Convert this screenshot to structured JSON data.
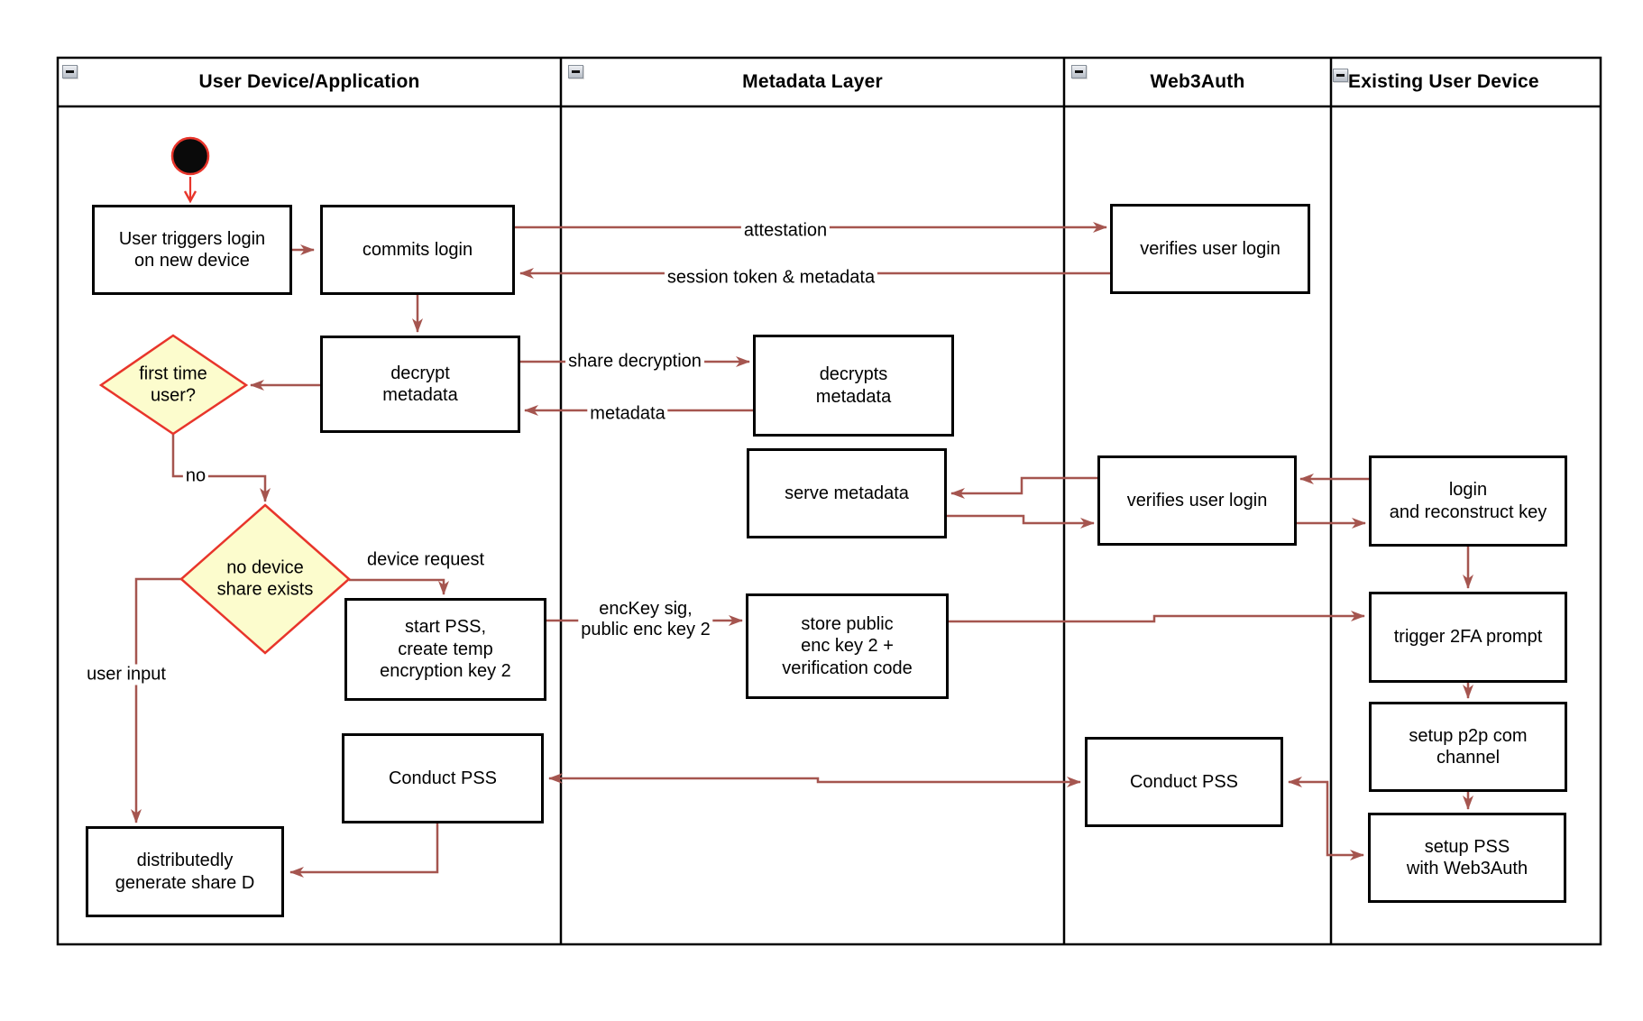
{
  "diagram_type": "swimlane-flowchart",
  "lanes": [
    {
      "title": "User Device/Application"
    },
    {
      "title": "Metadata Layer"
    },
    {
      "title": "Web3Auth"
    },
    {
      "title": "Existing User Device"
    }
  ],
  "nodes": {
    "user_triggers": "User triggers login\non new device",
    "commits_login": "commits login",
    "decrypt_metadata": "decrypt\nmetadata",
    "decrypts_metadata": "decrypts\nmetadata",
    "serve_metadata": "serve metadata",
    "verifies_user_login_1": "verifies user login",
    "verifies_user_login_2": "verifies user login",
    "login_reconstruct": "login\nand reconstruct key",
    "start_pss": "start PSS,\ncreate temp\nencryption key 2",
    "store_public": "store public\nenc key 2 +\nverification code",
    "trigger_2fa": "trigger 2FA prompt",
    "setup_p2p": "setup p2p com\nchannel",
    "setup_pss": "setup PSS\nwith Web3Auth",
    "conduct_pss_user": "Conduct PSS",
    "conduct_pss_w3a": "Conduct PSS",
    "distributedly": "distributedly\ngenerate share D"
  },
  "decisions": {
    "first_time": "first time\nuser?",
    "no_device_share": "no device\nshare exists"
  },
  "edge_labels": {
    "attestation": "attestation",
    "session_token": "session token & metadata",
    "share_decryption": "share decryption",
    "metadata": "metadata",
    "no": "no",
    "device_request": "device request",
    "enckey": "encKey sig,\npublic enc key 2",
    "user_input": "user input"
  },
  "icons": {
    "collapse": "collapse-minus"
  },
  "colors": {
    "connector": "#A5554F",
    "accent_red": "#E8352B",
    "decision_fill": "#FCFCCD",
    "shape_border": "#000000",
    "start_node_fill": "#0A0A0A",
    "background": "#FFFFFF"
  }
}
